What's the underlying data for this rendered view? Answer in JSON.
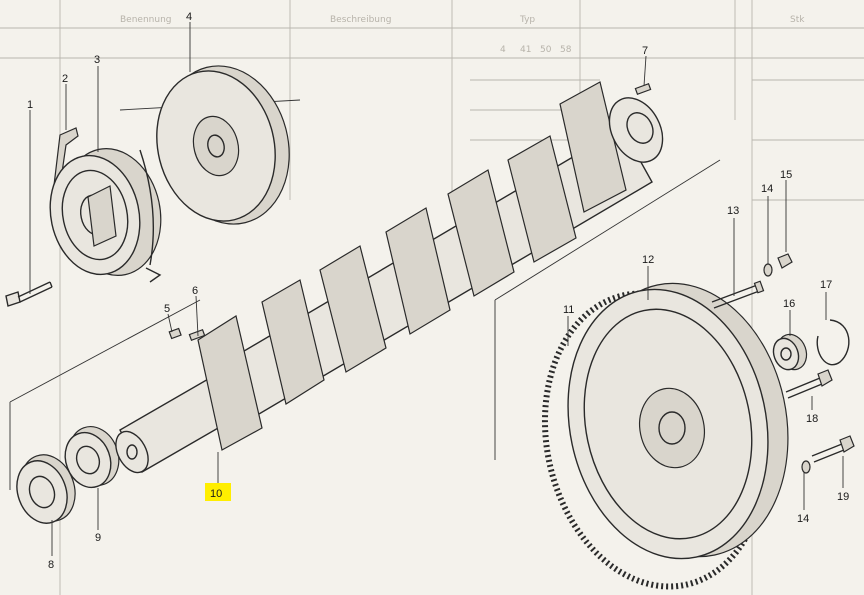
{
  "background_table": {
    "header_cells": [
      "Benennung",
      "Beschreibung",
      "Typ",
      "Stk"
    ],
    "column_numbers": [
      "4",
      "41",
      "50",
      "58"
    ]
  },
  "callouts": [
    "1",
    "2",
    "3",
    "4",
    "5",
    "6",
    "7",
    "8",
    "9",
    "10",
    "11",
    "12",
    "13",
    "14",
    "15",
    "16",
    "17",
    "18",
    "19",
    "14"
  ],
  "highlight_color": "#ffee00",
  "ink_color": "#2a2a2a"
}
